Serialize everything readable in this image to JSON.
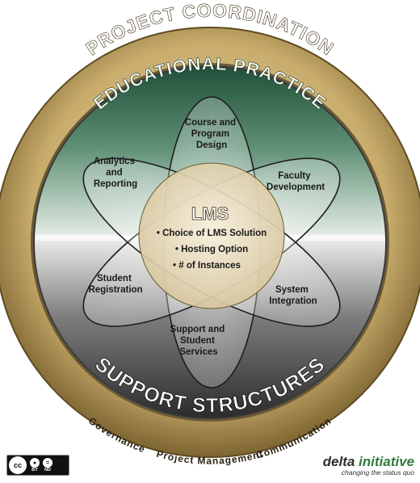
{
  "outer_ring": {
    "top_label": "PROJECT COORDINATION",
    "bottom_items": [
      "Governance",
      "Project Management",
      "Communication"
    ]
  },
  "upper_band": {
    "label": "EDUCATIONAL PRACTICE"
  },
  "lower_band": {
    "label": "SUPPORT STRUCTURES"
  },
  "center": {
    "title": "LMS",
    "bullets": [
      "• Choice of LMS Solution",
      "• Hosting Option",
      "• # of Instances"
    ]
  },
  "petals": [
    {
      "id": "course",
      "lines": [
        "Course and",
        "Program",
        "Design"
      ]
    },
    {
      "id": "faculty",
      "lines": [
        "Faculty",
        "Development"
      ]
    },
    {
      "id": "system",
      "lines": [
        "System",
        "Integration"
      ]
    },
    {
      "id": "support",
      "lines": [
        "Support and",
        "Student",
        "Services"
      ]
    },
    {
      "id": "registration",
      "lines": [
        "Student",
        "Registration"
      ]
    },
    {
      "id": "analytics",
      "lines": [
        "Analytics",
        "and",
        "Reporting"
      ]
    }
  ],
  "license": {
    "cc": "cc",
    "by": "BY",
    "nd": "ND"
  },
  "brand": {
    "delta": "delta",
    "initiative": "initiative",
    "tagline": "changing the status quo"
  },
  "colors": {
    "ring": "#c7ab6e",
    "ring_dark": "#7a6330",
    "green": "#2f6b4e",
    "gray": "#4a4a4a",
    "center": "#e8dcc0"
  }
}
